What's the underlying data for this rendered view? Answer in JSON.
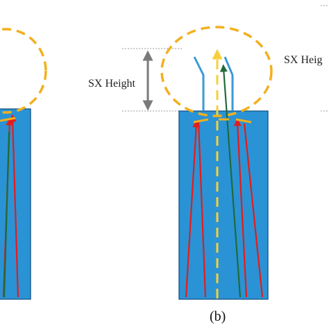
{
  "labels": {
    "sx_height_middle": "SX Height",
    "sx_height_right": "SX Heig",
    "panel_b": "(b)"
  },
  "colors": {
    "fiber_blue": "#2a93d5",
    "fiber_outline": "#1d5f95",
    "halo_gold": "#f2b01e",
    "ray_red": "#e31c1c",
    "ray_green": "#1f6b3a",
    "axis_yellow": "#f7cf3a",
    "dimension_gray": "#7a7a7a",
    "tip_outline": "#3a9ad9"
  }
}
